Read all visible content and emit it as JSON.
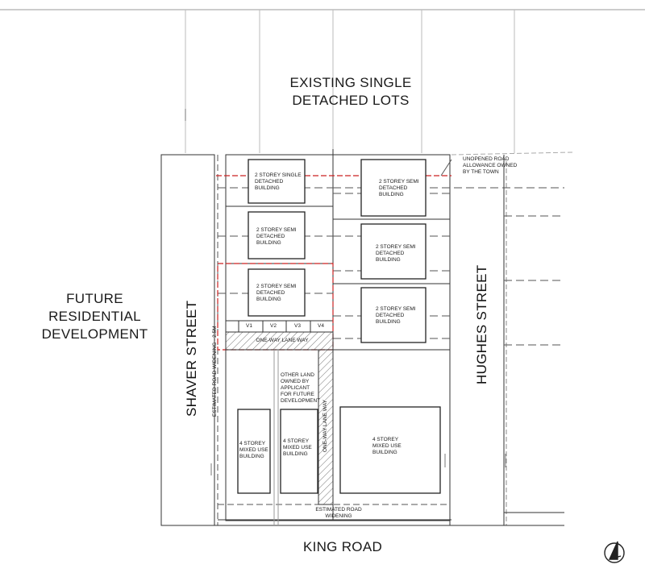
{
  "labels": {
    "north": "EXISTING SINGLE\nDETACHED LOTS",
    "west": "FUTURE\nRESIDENTIAL\nDEVELOPMENT",
    "shaver": "SHAVER STREET",
    "hughes": "HUGHES STREET",
    "king": "KING ROAD",
    "unopened": "UNOPENED ROAD\nALLOWANCE OWNED\nBY THE TOWN",
    "other_land": "OTHER LAND\nOWNED BY\nAPPLICANT\nFOR FUTURE\nDEVELOPMENT",
    "lane_h": "ONE-WAY LANE WAY",
    "lane_v": "ONE-WAY LANE WAY",
    "road_widen_v": "ESTIMATED ROAD\nWIDENING - 2.5M",
    "road_widen_h": "ESTIMATED ROAD\nWIDENING"
  },
  "buildings": {
    "b1": "2 STOREY SINGLE\nDETACHED\nBUILDING",
    "b2": "2 STOREY SEMI\nDETACHED\nBUILDING",
    "b3": "2 STOREY SEMI\nDETACHED\nBUILDING",
    "b4": "2 STOREY SEMI\nDETACHED\nBUILDING",
    "b5": "2 STOREY SEMI\nDETACHED\nBUILDING",
    "b6": "2 STOREY SEMI\nDETACHED\nBUILDING",
    "m1": "4 STOREY\nMIXED USE\nBUILDING",
    "m2": "4 STOREY\nMIXED USE\nBUILDING",
    "m3": "4 STOREY\nMIXED USE\nBUILDING"
  },
  "visitor_spaces": [
    "V1",
    "V2",
    "V3",
    "V4"
  ]
}
